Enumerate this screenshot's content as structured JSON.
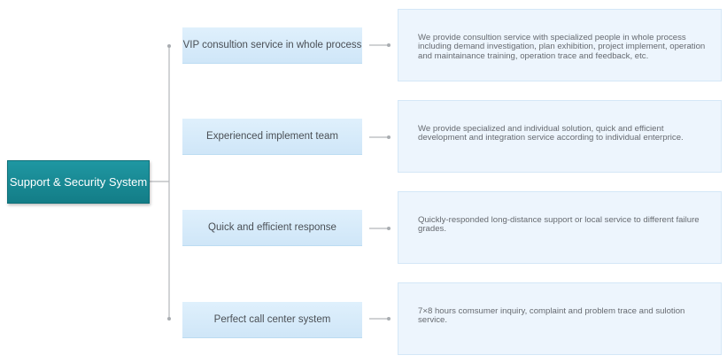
{
  "root": {
    "label": "Support & Security System"
  },
  "items": [
    {
      "label": "VIP consultion service in whole process",
      "description": "We provide consultion service with specialized people in whole process including demand investigation, plan exhibition, project implement, operation and maintainance training, operation trace and feedback, etc."
    },
    {
      "label": "Experienced implement team",
      "description": "We provide specialized and individual solution, quick and efficient development and integration service according to individual enterprice."
    },
    {
      "label": "Quick and efficient response",
      "description": "Quickly-responded long-distance support or local service to different failure grades."
    },
    {
      "label": "Perfect call center system",
      "description": "7×8 hours comsumer inquiry, complaint and problem trace and sulotion service."
    }
  ],
  "colors": {
    "root_fill": "#178a95",
    "item_fill": "#d8ecfb",
    "desc_fill": "#edf5fd",
    "connector": "#b5b8bb"
  }
}
